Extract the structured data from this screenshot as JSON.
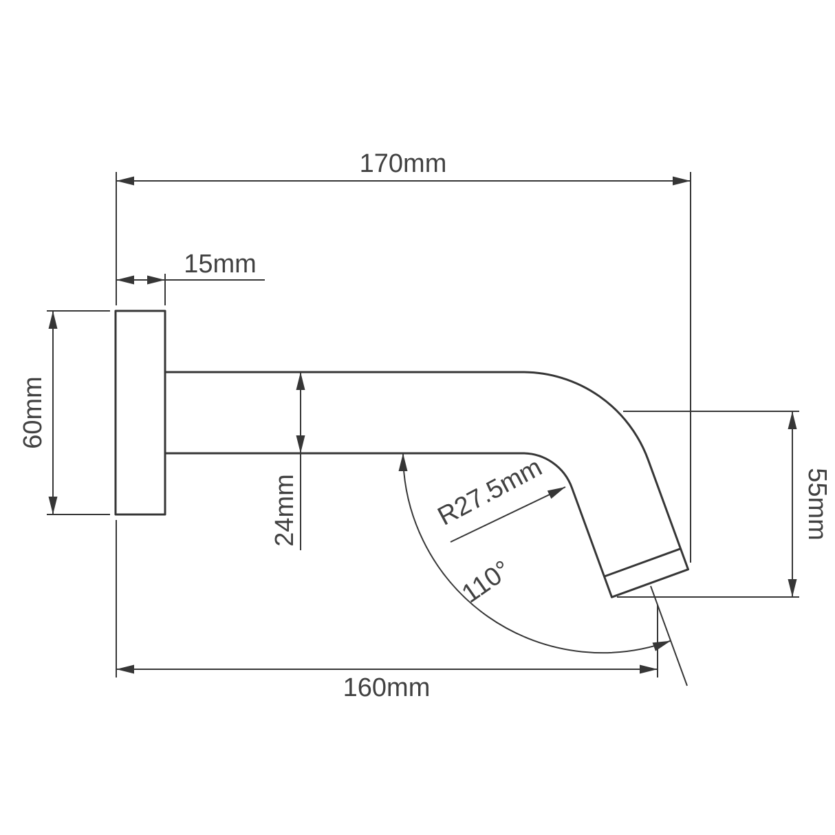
{
  "drawing": {
    "description": "Technical dimension drawing of a wall-mounted curved spout",
    "colors": {
      "line": "#363636",
      "text": "#414141",
      "background": "#ffffff"
    },
    "dimensions": {
      "overall_length": "170mm",
      "flange_depth": "15mm",
      "flange_diameter": "60mm",
      "pipe_diameter": "24mm",
      "outlet_height": "55mm",
      "reach": "160mm",
      "bend_radius": "R27.5mm",
      "spout_angle": "110°"
    }
  }
}
